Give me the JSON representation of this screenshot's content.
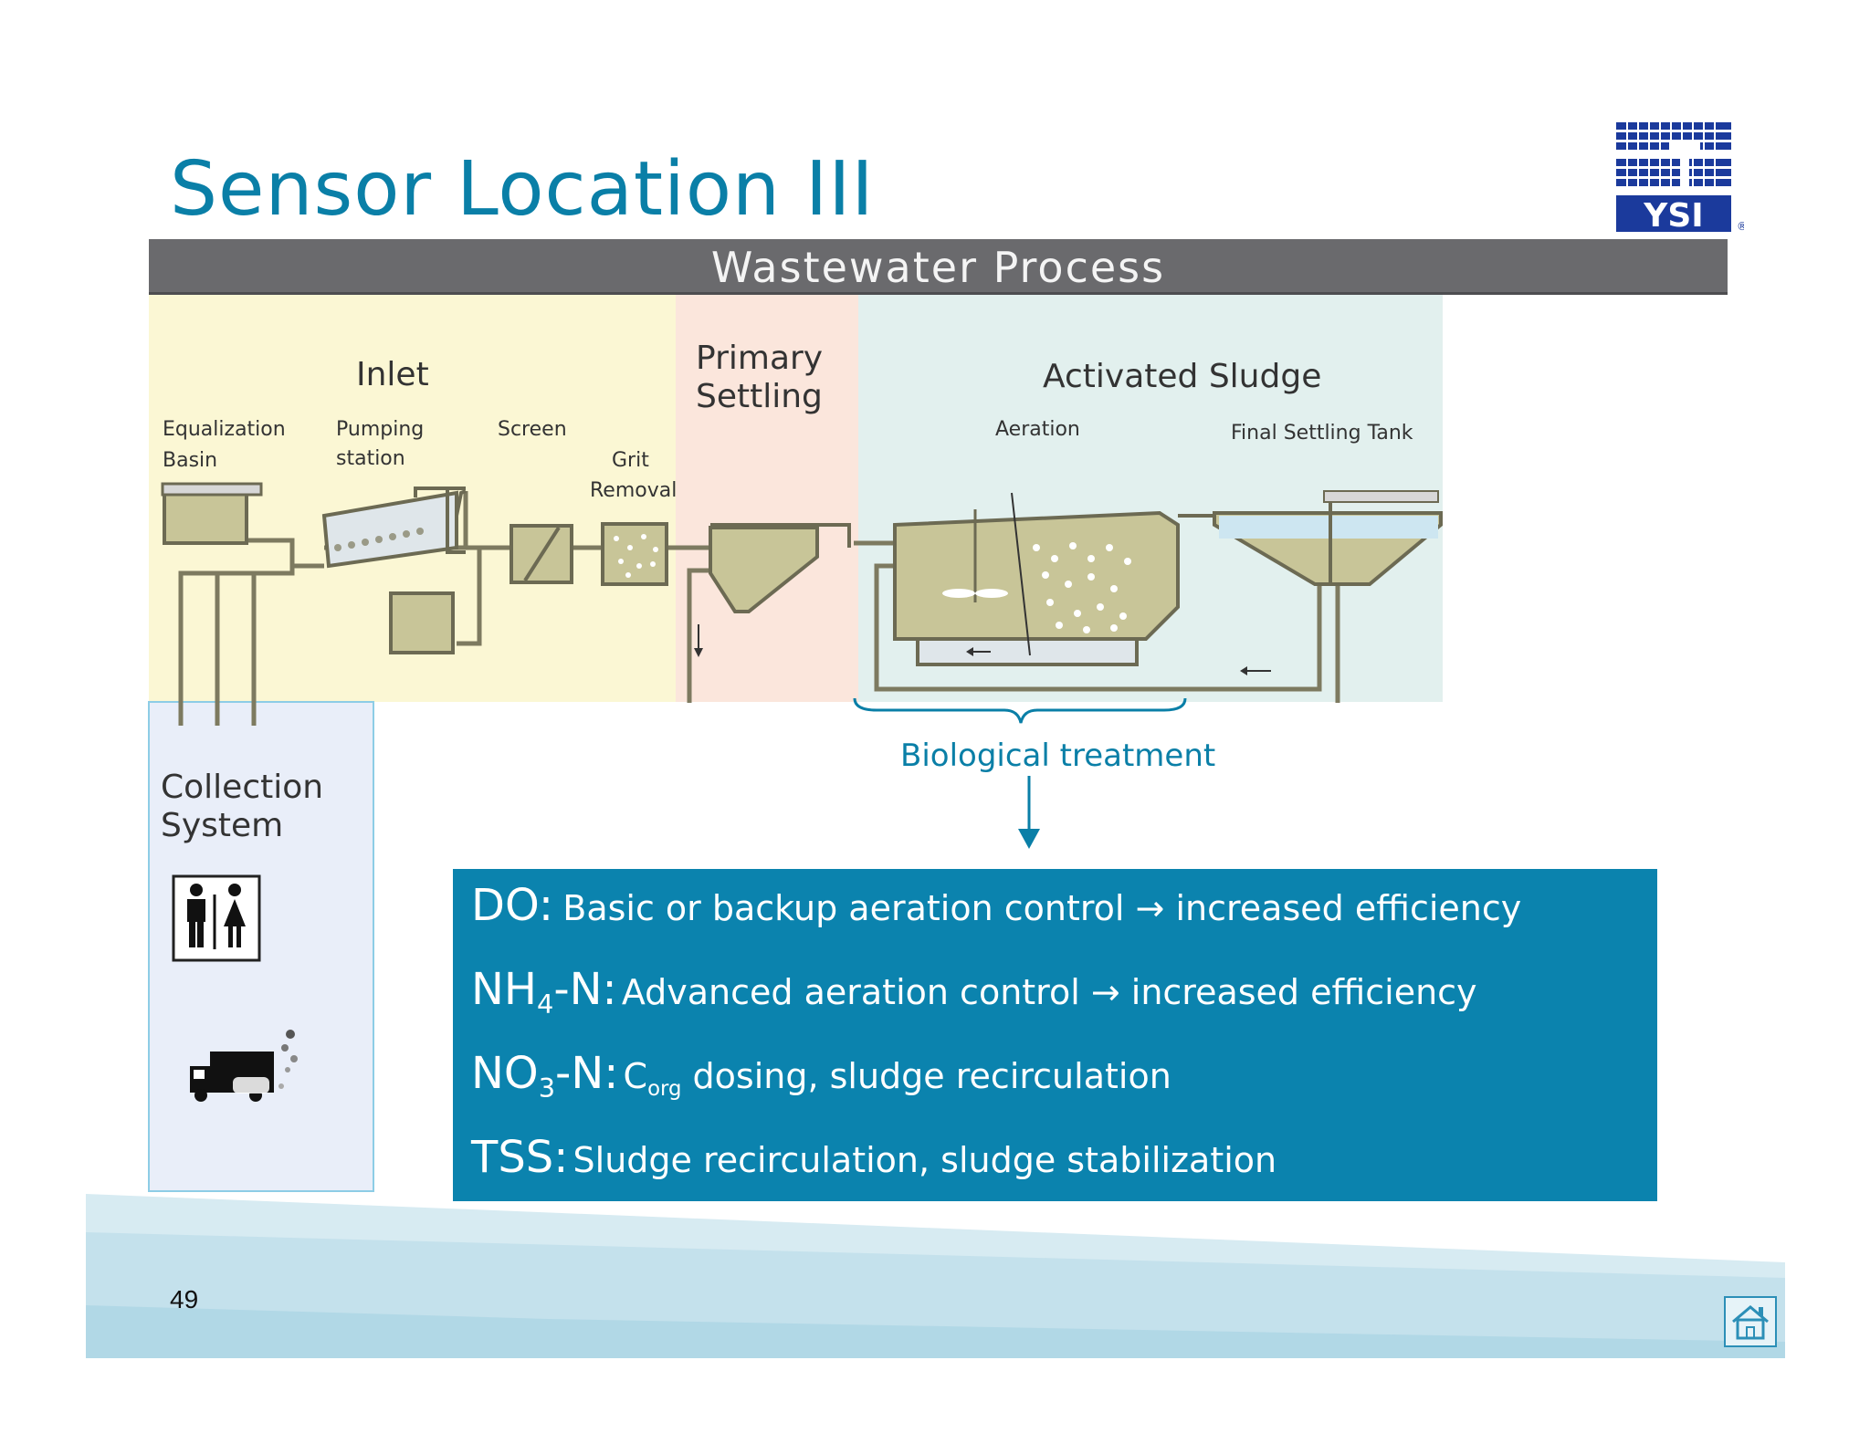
{
  "slide": {
    "title": "Sensor Location III",
    "page_number": "49"
  },
  "logo": {
    "text": "YSI",
    "registered_mark": "®",
    "color": "#1b3a9c"
  },
  "banner": {
    "title": "Wastewater Process"
  },
  "zones": {
    "inlet": {
      "title": "Inlet",
      "labels": [
        "Equalization",
        "Basin",
        "Pumping",
        "station",
        "Screen",
        "Grit",
        "Removal"
      ]
    },
    "primary": {
      "title_line1": "Primary",
      "title_line2": "Settling"
    },
    "sludge": {
      "title": "Activated Sludge",
      "aeration": "Aeration",
      "final_tank": "Final Settling Tank"
    },
    "collection": {
      "title_line1": "Collection",
      "title_line2": "System"
    }
  },
  "biological_treatment": "Biological treatment",
  "sensors": [
    {
      "key": "DO:",
      "desc": "Basic or backup aeration control → increased efficiency"
    },
    {
      "key_pre": "NH",
      "key_sub": "4",
      "key_post": "-N:",
      "desc": "Advanced aeration control → increased efficiency"
    },
    {
      "key_pre": "NO",
      "key_sub": "3",
      "key_post": "-N:",
      "desc_pre": "C",
      "desc_sub": "org",
      "desc_post": " dosing, sludge recirculation"
    },
    {
      "key": "TSS:",
      "desc": "Sludge recirculation, sludge stabilization"
    }
  ],
  "colors": {
    "accent": "#0a7fa7",
    "panel": "#0b83ae",
    "banner": "#6a6a6d",
    "inlet_zone": "#fbf7d4",
    "primary_zone": "#fbe6dc",
    "sludge_zone": "#e2f0ee"
  },
  "icons": [
    "restroom-icon",
    "truck-icon",
    "home-icon",
    "down-arrow-icon"
  ]
}
